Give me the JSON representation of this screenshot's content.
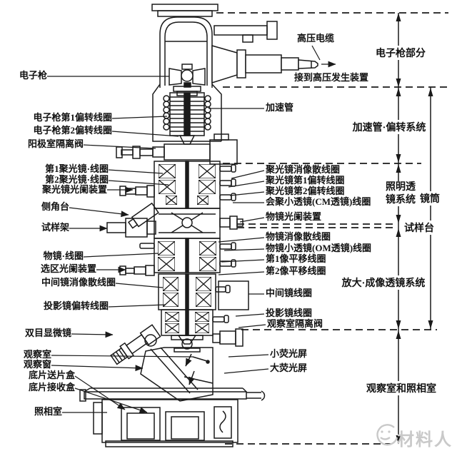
{
  "left_labels": {
    "electron_gun": "电子枪",
    "gun_deflection_coil_1": "电子枪第1偏转线圈",
    "gun_deflection_coil_2": "电子枪第2偏转线圈",
    "anode_chamber_isolation_valve": "阳极室隔离阀",
    "condenser_1_coil": "第1聚光镜·线圈",
    "condenser_2_coil": "第2聚光镜·线圈",
    "condenser_aperture_device": "聚光镜光阑装置",
    "side_tilt_stage": "侧角台",
    "specimen_holder": "试样架",
    "objective_coil": "物镜·线圈",
    "selected_area_aperture_device": "选区光阑装置",
    "intermediate_stigmator_coil": "中间镜消像散线圈",
    "projector_deflection_coil": "投影镜偏转线圈",
    "binocular_microscope": "双目显微镜",
    "observation_chamber": "观察室",
    "observation_window": "观察窗",
    "film_feed_box": "底片送片盒",
    "film_receive_box": "底片接收盒",
    "camera_room": "照相室"
  },
  "right_labels": {
    "hv_cable": "高压电缆",
    "to_hv_generator": "接到高压发生装置",
    "accelerating_tube": "加速管",
    "condenser_stigmator_coil": "聚光镜消像散线圈",
    "condenser_deflection_coil_1": "聚光镜第1偏转线圈",
    "condenser_deflection_coil_2": "聚光镜第2偏转线圈",
    "cm_lens_coil": "会聚小透镜(CM透镜)线圈",
    "objective_aperture_device": "物镜光阑装置",
    "objective_stigmator_coil": "物镜消像散线圈",
    "om_lens_coil": "物镜小透镜(OM透镜)线圈",
    "image_shift_coil_1": "第1像平移线圈",
    "image_shift_coil_2": "第2像平移线圈",
    "intermediate_lens_coil": "中间镜线圈",
    "projector_lens_coil": "投影镜线圈",
    "observation_chamber_isolation_valve": "观察室隔离阀",
    "small_fluorescent_screen": "小荧光屏",
    "large_fluorescent_screen": "大荧光屏"
  },
  "sections": {
    "electron_gun_part": "电子枪部分",
    "accelerating_deflection_system": "加速管·偏转系统",
    "illumination_lens_system": "照明透镜系统",
    "column": "镜筒",
    "specimen_stage": "试样台",
    "magnifying_imaging_lens_system": "放大·成像透镜系统",
    "observation_and_camera_room": "观察室和照相室"
  },
  "watermark": {
    "text": "材料人"
  },
  "colors": {
    "line": "#1a1a1a",
    "text": "#111111",
    "watermark": "#c9c9c9",
    "background": "#ffffff"
  }
}
